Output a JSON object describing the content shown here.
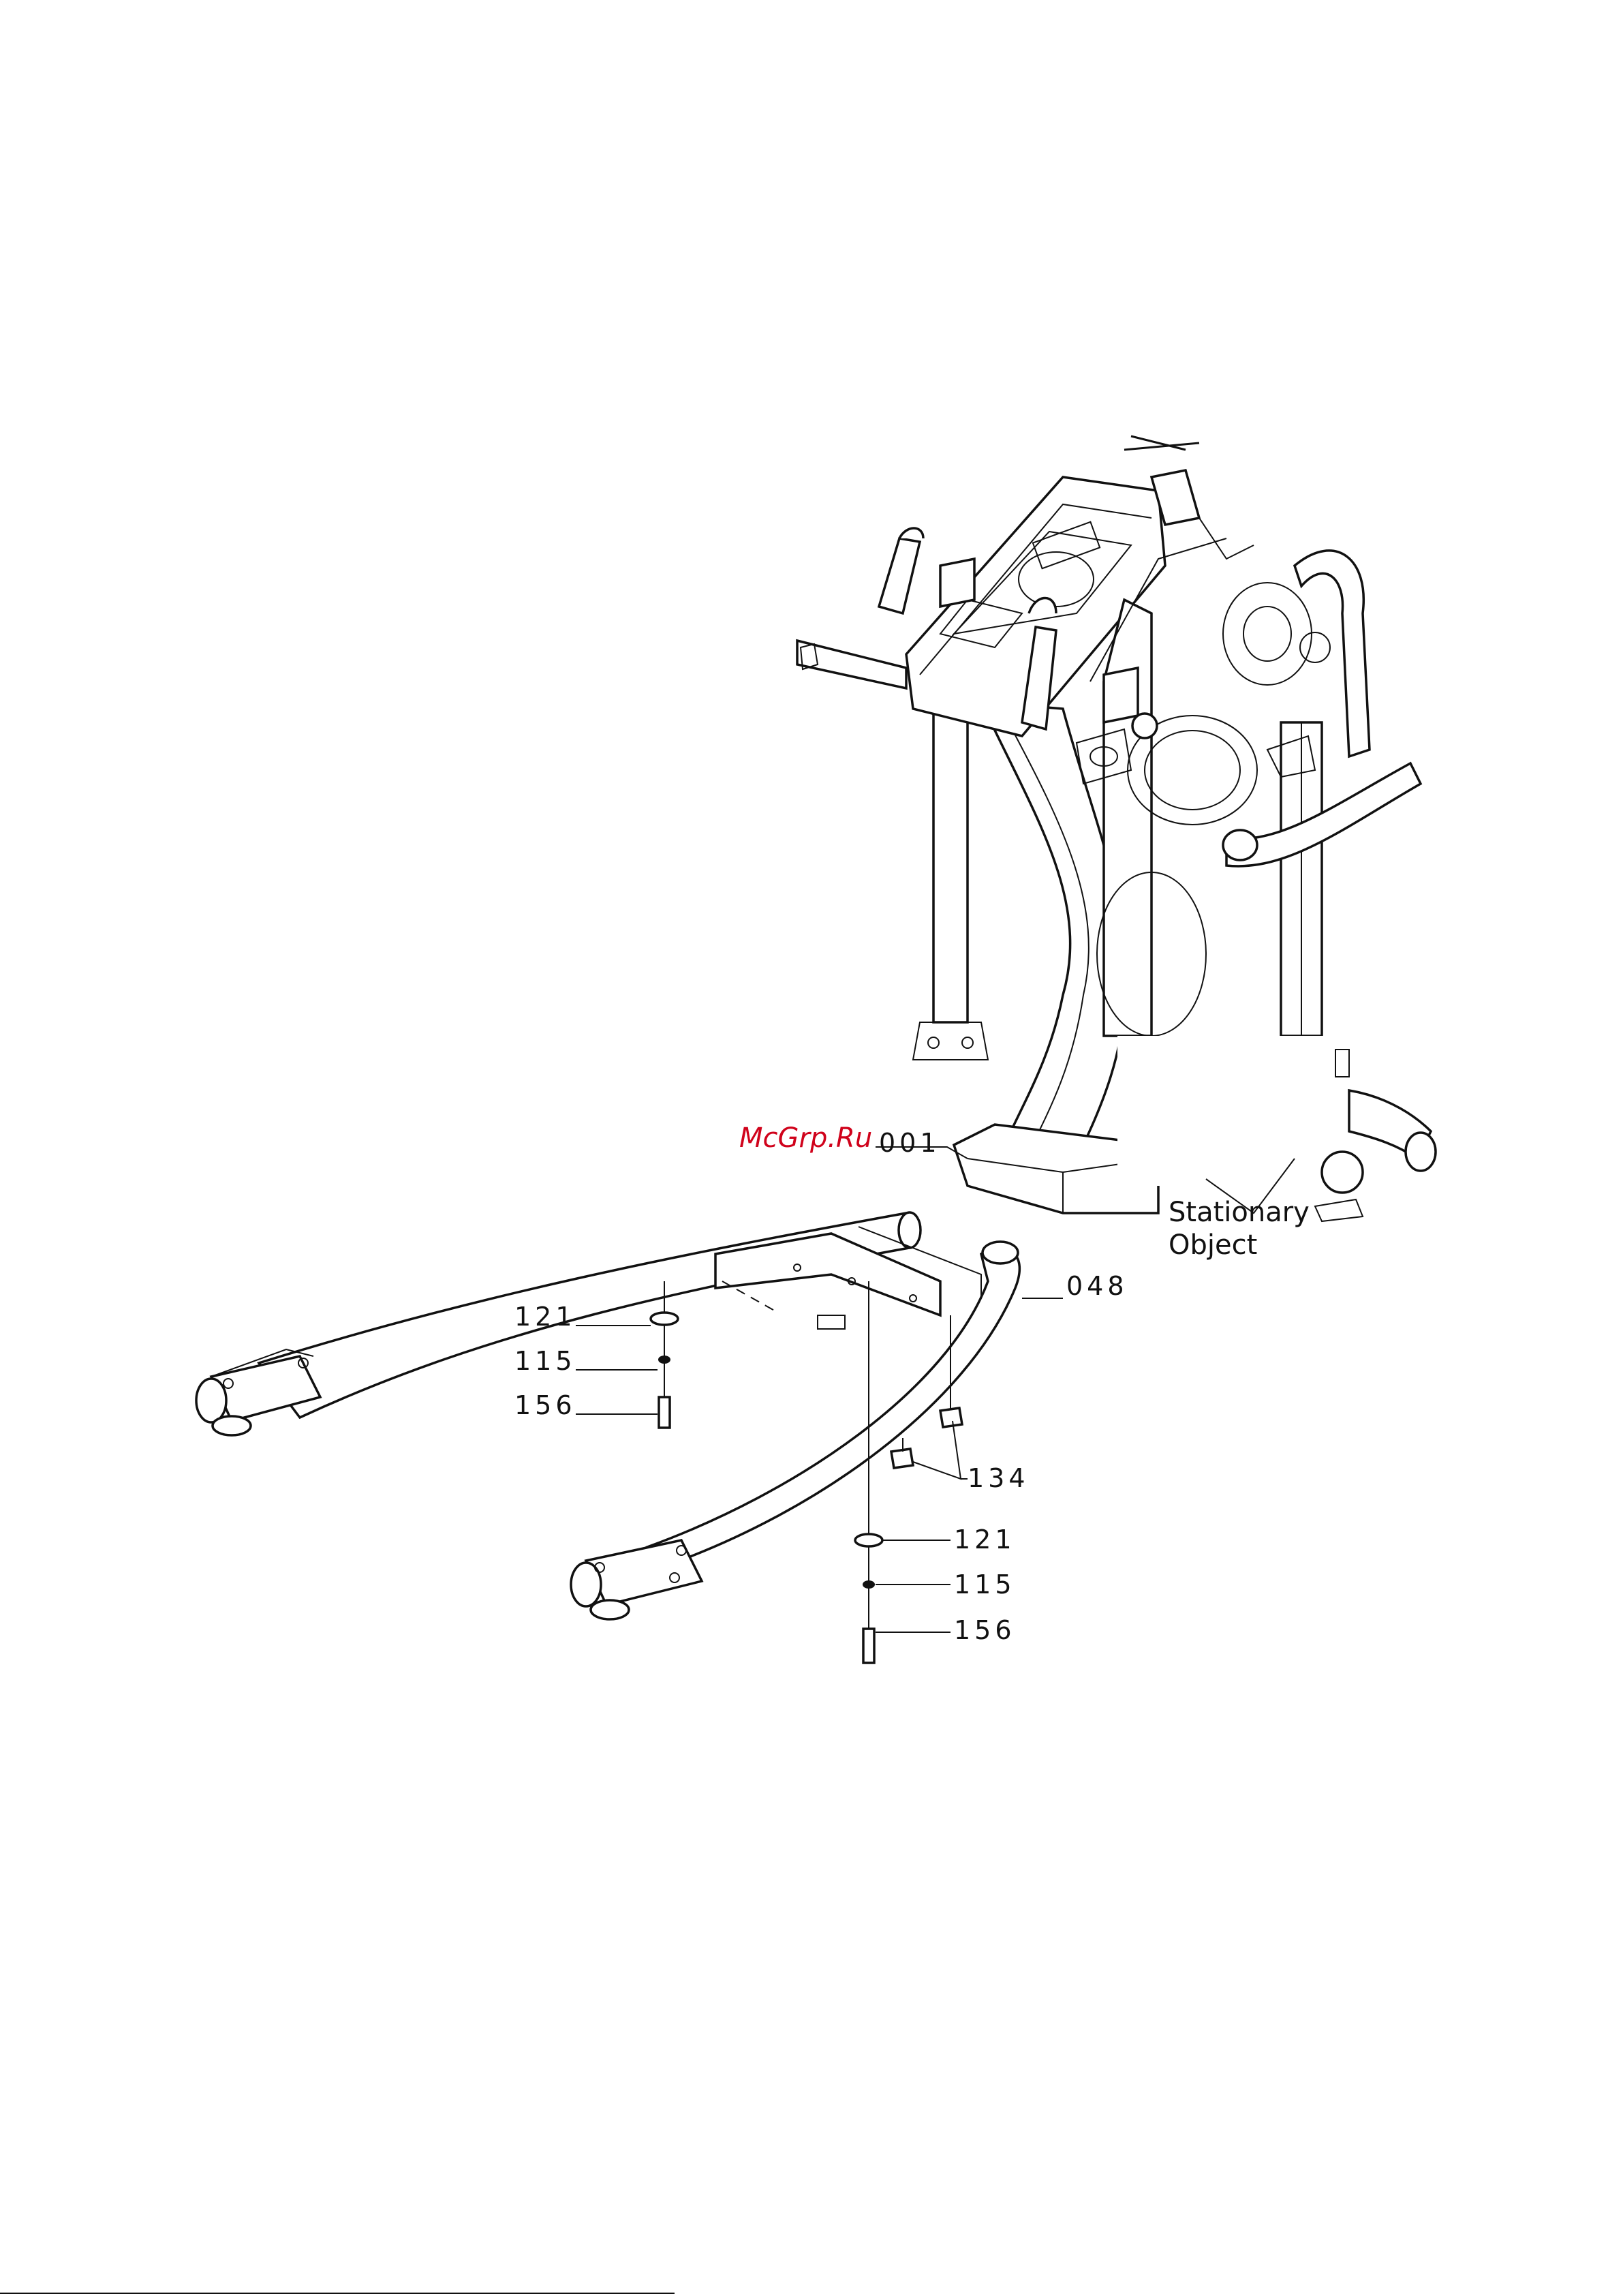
{
  "watermark": "McGrp.Ru",
  "callouts": {
    "frame": "001",
    "stabilizer": "048",
    "washer_left": "121",
    "spring_washer_left": "115",
    "bolt_left": "156",
    "nuts": "134",
    "washer_right": "121",
    "spring_washer_right": "115",
    "bolt_right": "156"
  },
  "stationary_object": [
    "Stationary",
    "Object"
  ],
  "colors": {
    "watermark": "#d0021b",
    "line": "#111111",
    "background": "#ffffff"
  }
}
